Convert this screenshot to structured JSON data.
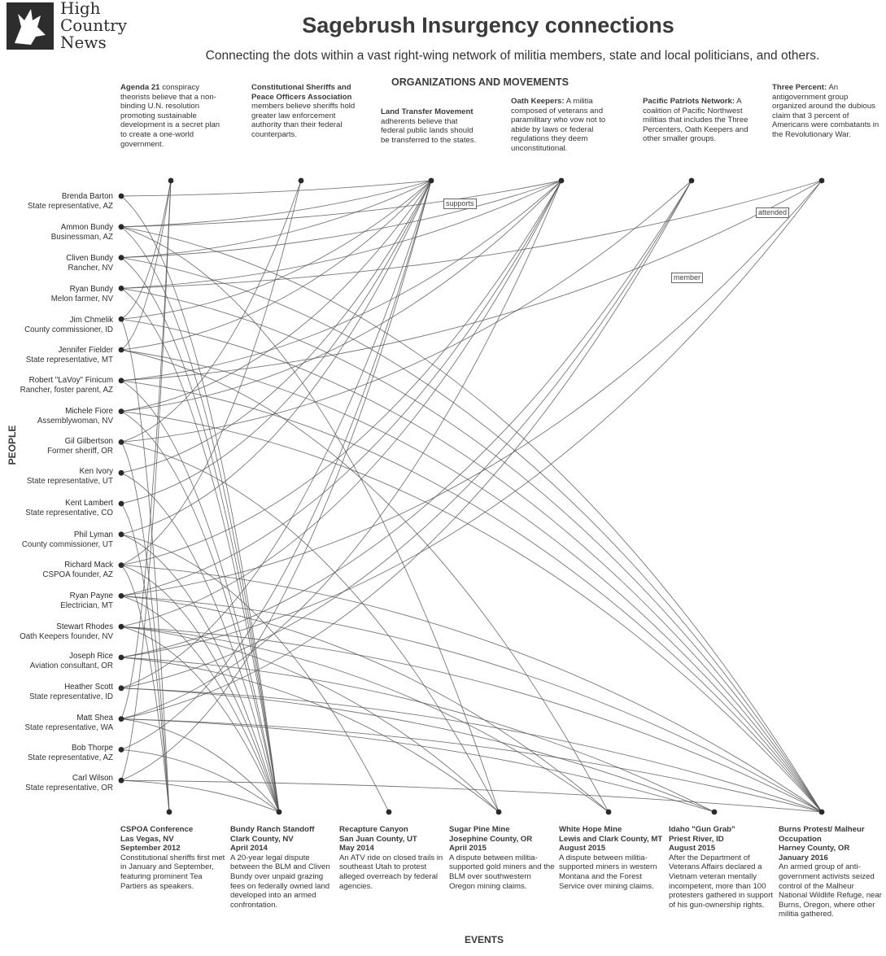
{
  "brand": {
    "line1": "High",
    "line2": "Country",
    "line3": "News",
    "logo_icon": "goat-logo-icon"
  },
  "title": "Sagebrush Insurgency connections",
  "subtitle": "Connecting the dots within a vast right-wing network of militia members, state and local politicians, and others.",
  "headings": {
    "orgs": "ORGANIZATIONS AND MOVEMENTS",
    "events": "EVENTS",
    "people": "PEOPLE"
  },
  "legend": {
    "supports": "supports",
    "attended": "attended",
    "member": "member"
  },
  "colors": {
    "line": "#555555",
    "node": "#2a2a2a",
    "logo": "#2d2d2d"
  },
  "organizations": [
    {
      "name": "Agenda 21",
      "desc": " conspiracy theorists believe that a non-binding U.N. resolution promoting sustainable development is a secret plan to create a one-world government."
    },
    {
      "name": "Constitutional Sheriffs and Peace Officers Association",
      "desc": " members believe sheriffs hold greater law enforcement authority than their federal counterparts."
    },
    {
      "name": "Land Transfer Movement",
      "desc": " adherents believe that federal public lands should be transferred to the states."
    },
    {
      "name": "Oath Keepers:",
      "desc": " A militia composed of veterans and paramilitary who vow not to abide by laws or federal regulations they deem unconstitutional."
    },
    {
      "name": "Pacific Patriots Network:",
      "desc": " A coalition of Pacific Northwest militias that includes the Three Percenters, Oath Keepers and other smaller groups."
    },
    {
      "name": "Three Percent:",
      "desc": " An antigovernment group organized around the dubious claim that 3 percent of Americans were combatants in the Revolutionary War."
    }
  ],
  "people": [
    {
      "name": "Brenda Barton",
      "role": "State representative, AZ"
    },
    {
      "name": "Ammon Bundy",
      "role": "Businessman, AZ"
    },
    {
      "name": "Cliven Bundy",
      "role": "Rancher, NV"
    },
    {
      "name": "Ryan Bundy",
      "role": "Melon farmer, NV"
    },
    {
      "name": "Jim Chmelik",
      "role": "County commissioner, ID"
    },
    {
      "name": "Jennifer Fielder",
      "role": "State representative, MT"
    },
    {
      "name": "Robert \"LaVoy\" Finicum",
      "role": "Rancher, foster parent, AZ"
    },
    {
      "name": "Michele Fiore",
      "role": "Assemblywoman, NV"
    },
    {
      "name": "Gil Gilbertson",
      "role": "Former sheriff, OR"
    },
    {
      "name": "Ken Ivory",
      "role": "State representative, UT"
    },
    {
      "name": "Kent Lambert",
      "role": "State representative, CO"
    },
    {
      "name": "Phil Lyman",
      "role": "County commissioner, UT"
    },
    {
      "name": "Richard Mack",
      "role": "CSPOA founder, AZ"
    },
    {
      "name": "Ryan Payne",
      "role": "Electrician, MT"
    },
    {
      "name": "Stewart Rhodes",
      "role": "Oath Keepers founder, NV"
    },
    {
      "name": "Joseph Rice",
      "role": "Aviation consultant, OR"
    },
    {
      "name": "Heather Scott",
      "role": "State representative, ID"
    },
    {
      "name": "Matt Shea",
      "role": "State representative, WA"
    },
    {
      "name": "Bob Thorpe",
      "role": "State representative, AZ"
    },
    {
      "name": "Carl Wilson",
      "role": "State representative, OR"
    }
  ],
  "events": [
    {
      "name": "CSPOA Conference",
      "place": "Las Vegas, NV",
      "date": "September 2012",
      "desc": "Constitutional sheriffs first met in January and September, featuring prominent Tea Partiers as speakers."
    },
    {
      "name": "Bundy Ranch Standoff",
      "place": "Clark County, NV",
      "date": "April 2014",
      "desc": "A 20-year legal dispute between the BLM and Cliven Bundy over unpaid grazing fees on federally owned land developed into an armed confrontation."
    },
    {
      "name": "Recapture Canyon",
      "place": "San Juan County, UT",
      "date": "May 2014",
      "desc": "An ATV ride on closed trails in southeast Utah to protest alleged overreach by federal agencies."
    },
    {
      "name": "Sugar Pine Mine",
      "place": "Josephine County, OR",
      "date": "April 2015",
      "desc": "A dispute between militia-supported gold miners and the BLM over southwestern Oregon mining claims."
    },
    {
      "name": "White Hope Mine",
      "place": "Lewis and Clark County, MT",
      "date": "August 2015",
      "desc": "A dispute between militia-supported miners in western Montana and the Forest Service over mining claims."
    },
    {
      "name": "Idaho \"Gun Grab\"",
      "place": "Priest River, ID",
      "date": "August 2015",
      "desc": "After the Department of Veterans Affairs declared a Vietnam veteran mentally incompetent, more than 100 protesters gathered in support of his gun-ownership rights."
    },
    {
      "name": "Burns Protest/ Malheur Occupation",
      "place": "Harney County, OR",
      "date": "January 2016",
      "desc": "An armed group of anti-government activists seized control of the Malheur National Wildlife Refuge, near Burns, Oregon, where other militia gathered."
    }
  ],
  "links_to_orgs": [
    [
      0,
      2
    ],
    [
      1,
      2
    ],
    [
      1,
      3
    ],
    [
      2,
      2
    ],
    [
      2,
      3
    ],
    [
      3,
      3
    ],
    [
      3,
      5
    ],
    [
      4,
      0
    ],
    [
      4,
      2
    ],
    [
      5,
      0
    ],
    [
      5,
      2
    ],
    [
      6,
      3
    ],
    [
      6,
      5
    ],
    [
      7,
      2
    ],
    [
      7,
      3
    ],
    [
      8,
      1
    ],
    [
      8,
      4
    ],
    [
      9,
      2
    ],
    [
      10,
      2
    ],
    [
      11,
      2
    ],
    [
      12,
      1
    ],
    [
      12,
      3
    ],
    [
      13,
      3
    ],
    [
      13,
      5
    ],
    [
      14,
      3
    ],
    [
      15,
      4
    ],
    [
      15,
      5
    ],
    [
      16,
      2
    ],
    [
      16,
      4
    ],
    [
      17,
      0
    ],
    [
      17,
      3
    ],
    [
      17,
      4
    ],
    [
      18,
      2
    ],
    [
      19,
      2
    ],
    [
      19,
      0
    ]
  ],
  "links_to_events": [
    [
      0,
      1
    ],
    [
      1,
      1
    ],
    [
      1,
      6
    ],
    [
      1,
      3
    ],
    [
      2,
      1
    ],
    [
      2,
      6
    ],
    [
      3,
      1
    ],
    [
      3,
      6
    ],
    [
      4,
      0
    ],
    [
      4,
      6
    ],
    [
      5,
      4
    ],
    [
      5,
      6
    ],
    [
      6,
      1
    ],
    [
      6,
      6
    ],
    [
      7,
      1
    ],
    [
      7,
      6
    ],
    [
      8,
      0
    ],
    [
      8,
      3
    ],
    [
      9,
      1
    ],
    [
      10,
      0
    ],
    [
      11,
      2
    ],
    [
      11,
      1
    ],
    [
      12,
      0
    ],
    [
      12,
      1
    ],
    [
      12,
      6
    ],
    [
      13,
      1
    ],
    [
      13,
      4
    ],
    [
      13,
      6
    ],
    [
      14,
      1
    ],
    [
      14,
      3
    ],
    [
      14,
      4
    ],
    [
      14,
      6
    ],
    [
      15,
      3
    ],
    [
      15,
      5
    ],
    [
      16,
      5
    ],
    [
      16,
      6
    ],
    [
      17,
      1
    ],
    [
      17,
      5
    ],
    [
      17,
      6
    ],
    [
      18,
      1
    ],
    [
      19,
      1
    ],
    [
      19,
      6
    ]
  ]
}
